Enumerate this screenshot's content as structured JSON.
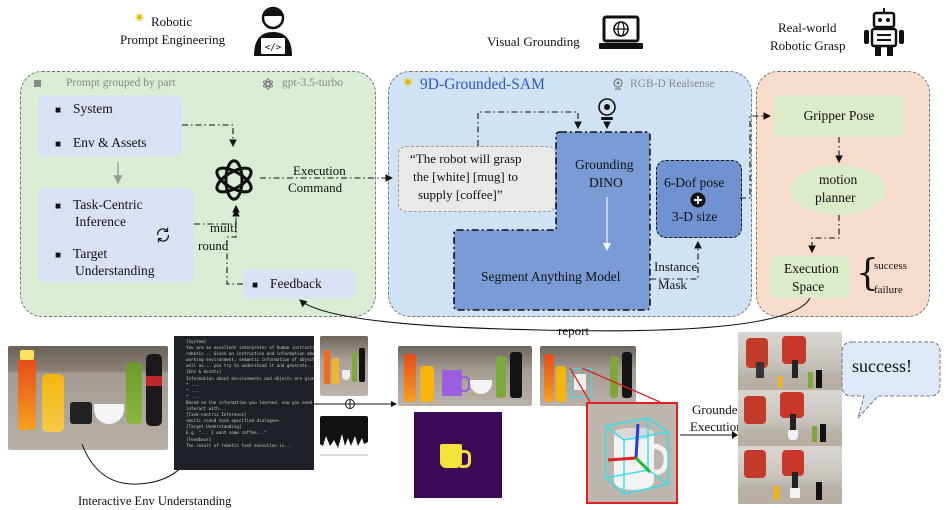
{
  "titles": {
    "prompt_eng_line1": "Robotic",
    "prompt_eng_line2": "Prompt Engineering",
    "visual_grounding": "Visual Grounding",
    "grasp_line1": "Real-world",
    "grasp_line2": "Robotic Grasp"
  },
  "prompt_panel": {
    "header": "Prompt grouped by part",
    "model": "gpt-3.5-turbo",
    "items_top": [
      "System",
      "Env & Assets"
    ],
    "items_bottom": [
      "Task-Centric",
      "Inference",
      "Target",
      "Understanding"
    ],
    "feedback": "Feedback",
    "multi_round_1": "multi",
    "multi_round_2": "round"
  },
  "execution_command": [
    "Execution",
    "Command"
  ],
  "sam_panel": {
    "title": "9D-Grounded-SAM",
    "camera": "RGB-D Realsense",
    "quote_lines": [
      "“The robot will grasp",
      "the [white] [mug] to",
      "supply [coffee]”"
    ],
    "grounding_dino_1": "Grounding",
    "grounding_dino_2": "DINO",
    "segment_anything": "Segment Anything Model",
    "pose_1": "6-Dof pose",
    "pose_2": "3-D size",
    "instance_1": "Instance",
    "instance_2": "Mask"
  },
  "grasp_panel": {
    "gripper_pose": "Gripper Pose",
    "motion_planner_1": "motion",
    "motion_planner_2": "planner",
    "execution_space_1": "Execution",
    "execution_space_2": "Space",
    "success": "success",
    "failure": "failure"
  },
  "report": "report",
  "bottom": {
    "env_understanding": "Interactive Env Understanding",
    "grounded_1": "Grounded",
    "grounded_2": "Execution",
    "success_bubble": "success!",
    "code_lines": [
      "[System]",
      "You are an excellent interpreter of human instructions for",
      "robotic... Given an instruction and information about the",
      "working environment, semantic information of objects, as",
      "well as... you try to understand it and generate...",
      "",
      "[Env & Assets]",
      "Information about environments and objects are given as...",
      "* ...",
      "* ...",
      "* ...",
      "",
      "Based on the information you learned, now you need to",
      "interact with...",
      "",
      "[Task-centric Inference]",
      "<multi round task specified dialogue>",
      "",
      "[Target Understanding]",
      "E.g. \"... I want some coffee...\"",
      "",
      "[Feedback]",
      "The result of robotic task execution is..."
    ]
  },
  "colors": {
    "green_panel": "#d8edd3",
    "blue_panel": "#cfe3f4",
    "orange_panel": "#f8dccb",
    "lavender_box": "#dbe1f4",
    "sam_box": "#7b9bd6",
    "pale_green_box": "#dcecc8"
  }
}
